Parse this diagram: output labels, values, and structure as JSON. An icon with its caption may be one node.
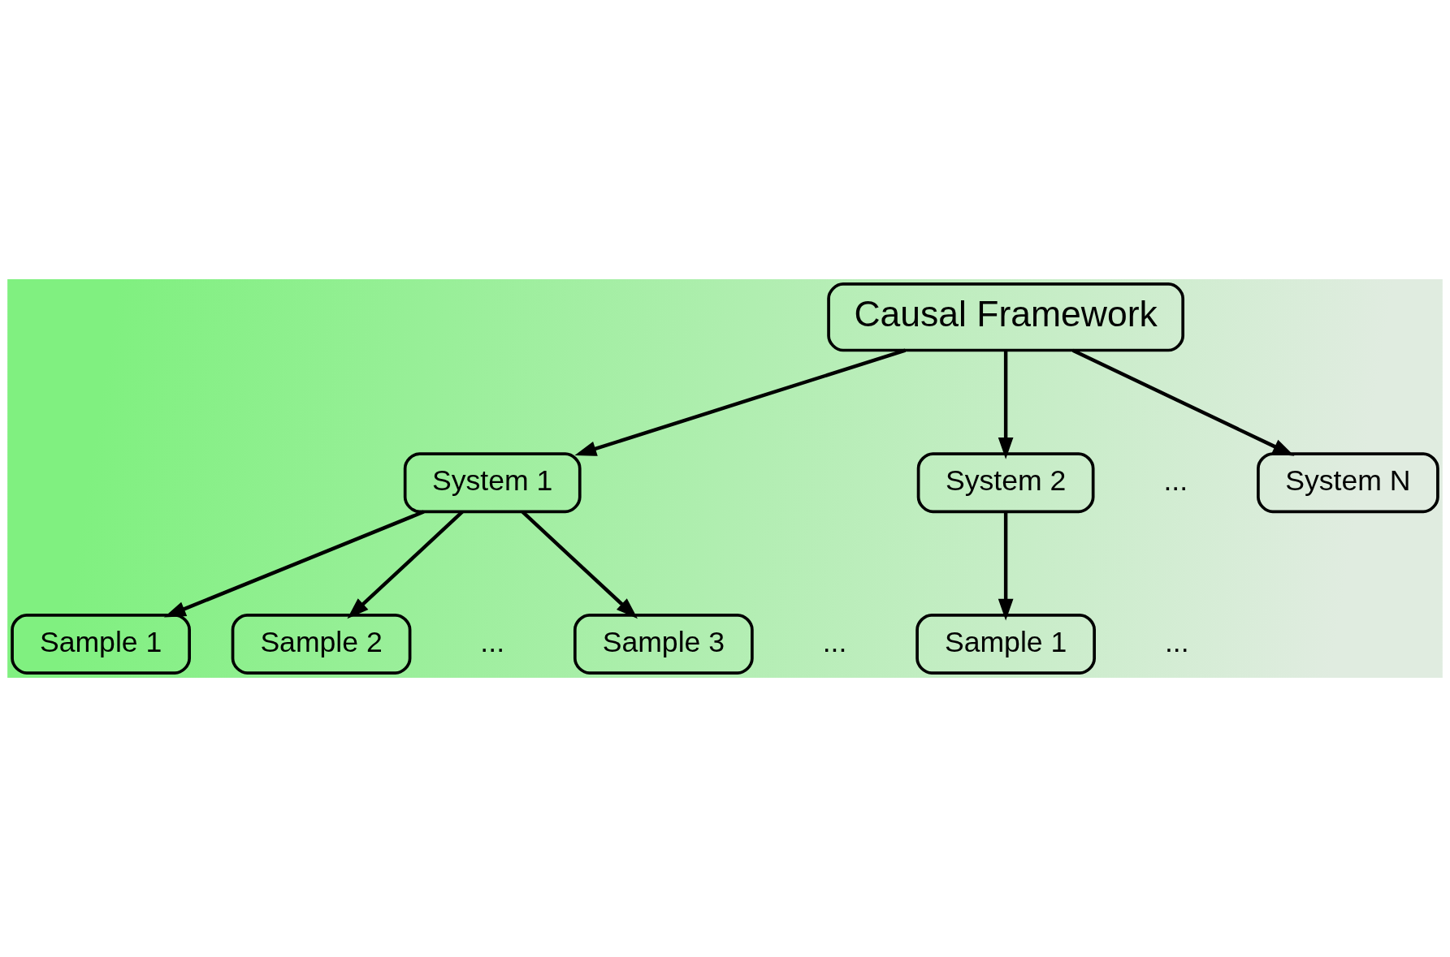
{
  "diagram": {
    "nodes": [
      {
        "text": [
          "Causal Framework"
        ]
      },
      {
        "text": [
          "System 1"
        ]
      },
      {
        "text": [
          "System 2"
        ]
      },
      {
        "text": [
          "System N"
        ]
      },
      {
        "text": [
          "Sample 1"
        ]
      },
      {
        "text": [
          "Sample 2"
        ]
      },
      {
        "text": [
          "Sample 3"
        ]
      },
      {
        "text": [
          "Sample 1"
        ]
      }
    ],
    "edges": [
      {
        "from": 0,
        "to": 1,
        "arrow": "to"
      },
      {
        "from": 0,
        "to": 2,
        "arrow": "to"
      },
      {
        "from": 0,
        "to": 3,
        "arrow": "to"
      },
      {
        "from": 1,
        "to": 4,
        "arrow": "to"
      },
      {
        "from": 1,
        "to": 6,
        "arrow": "to"
      },
      {
        "from": 1,
        "to": 5,
        "arrow": "to"
      },
      {
        "from": 2,
        "to": 7,
        "arrow": "to"
      }
    ],
    "labels": [
      "...",
      "...",
      "...",
      "..."
    ]
  }
}
